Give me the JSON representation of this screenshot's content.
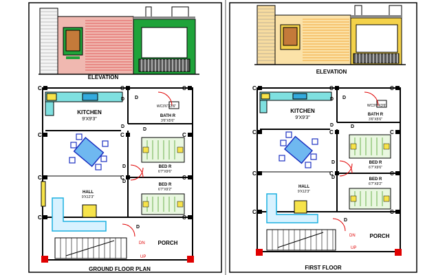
{
  "left": {
    "elevation_label": "ELEVATION",
    "plan_label": "GROUND FLOOR PLAN",
    "colors": {
      "wall": "#e05a5a",
      "accent": "#1fa33a",
      "shade": "#cfcfcf"
    }
  },
  "right": {
    "elevation_label": "ELEVATION",
    "plan_label": "FIRST FLOOR",
    "colors": {
      "wall": "#f7c55a",
      "accent": "#f4d24a",
      "shade": "#d9d9d9"
    }
  },
  "rooms": {
    "kitchen": "KITCHEN",
    "kitchen_dim": "9'X9'3\"",
    "bath": "BATH R",
    "bath_dim": "3'6\"X5'6\"",
    "wc": "WC3'6\"X3'6\"",
    "bed1": "BED R",
    "bed1_dim": "6'7\"X9'6\"",
    "bed2": "BED R",
    "bed2_dim": "6'7\"X9'2\"",
    "hall": "HALL",
    "hall_dim": "9'X12'3\"",
    "porch": "PORCH",
    "dn": "DN",
    "up": "UP"
  },
  "markers": {
    "column": "C",
    "door": "D"
  }
}
